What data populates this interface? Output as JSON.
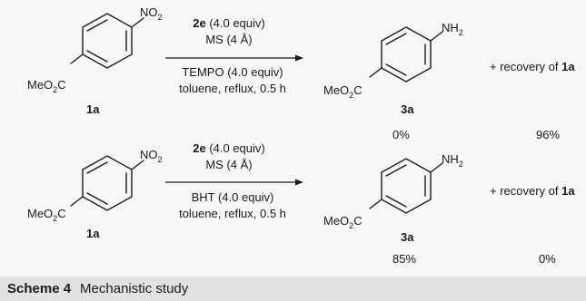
{
  "rows": [
    {
      "reactant": {
        "substituent_top": "NO",
        "substituent_top_sub": "2",
        "substituent_bottom": "MeO",
        "substituent_bottom_sub": "2",
        "substituent_bottom_tail": "C",
        "label": "1a"
      },
      "reagent_top_bold": "2e",
      "reagent_top_rest": " (4.0 equiv)",
      "reagent_ms": "MS (4 Å)",
      "reagent_additive": "TEMPO (4.0 equiv)",
      "conditions": "toluene, reflux, 0.5 h",
      "product": {
        "substituent_top": "NH",
        "substituent_top_sub": "2",
        "substituent_bottom": "MeO",
        "substituent_bottom_sub": "2",
        "substituent_bottom_tail": "C",
        "label": "3a"
      },
      "recovery_text": "+ recovery of ",
      "recovery_label": "1a",
      "yield_product": "0%",
      "yield_recovery": "96%"
    },
    {
      "reactant": {
        "substituent_top": "NO",
        "substituent_top_sub": "2",
        "substituent_bottom": "MeO",
        "substituent_bottom_sub": "2",
        "substituent_bottom_tail": "C",
        "label": "1a"
      },
      "reagent_top_bold": "2e",
      "reagent_top_rest": " (4.0 equiv)",
      "reagent_ms": "MS (4 Å)",
      "reagent_additive": "BHT (4.0 equiv)",
      "conditions": "toluene, reflux, 0.5 h",
      "product": {
        "substituent_top": "NH",
        "substituent_top_sub": "2",
        "substituent_bottom": "MeO",
        "substituent_bottom_sub": "2",
        "substituent_bottom_tail": "C",
        "label": "3a"
      },
      "recovery_text": "+ recovery of ",
      "recovery_label": "1a",
      "yield_product": "85%",
      "yield_recovery": "0%"
    }
  ],
  "caption": {
    "label": "Scheme 4",
    "text": "Mechanistic study"
  }
}
